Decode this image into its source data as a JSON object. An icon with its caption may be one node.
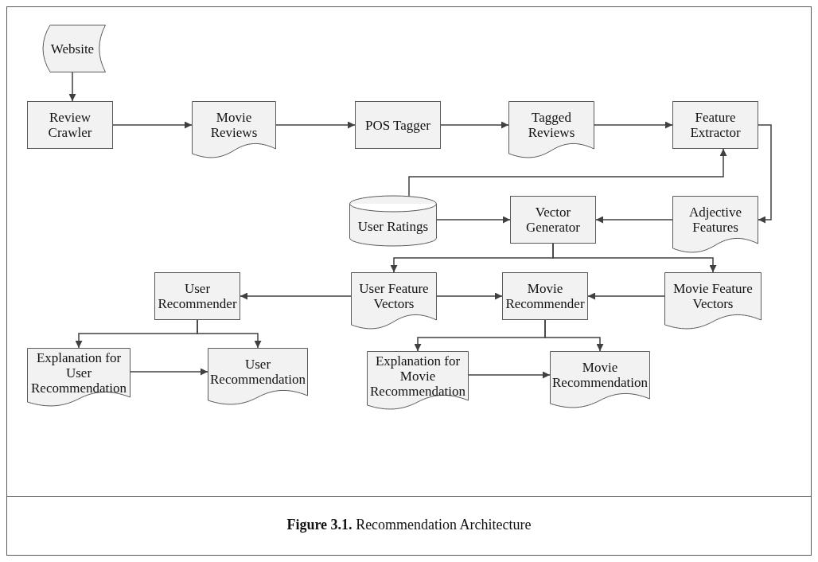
{
  "diagram": {
    "caption": "**Figure 3.1.** Recommendation Architecture",
    "nodes": [
      {
        "text": [
          "Website"
        ]
      },
      {
        "text": [
          "Review Crawler"
        ]
      },
      {
        "text": [
          "Movie Reviews"
        ]
      },
      {
        "text": [
          "POS Tagger"
        ]
      },
      {
        "text": [
          "Tagged Reviews"
        ]
      },
      {
        "text": [
          "Feature Extractor"
        ]
      },
      {
        "text": [
          "User Ratings"
        ]
      },
      {
        "text": [
          "Vector Generator"
        ]
      },
      {
        "text": [
          "Adjective Features"
        ]
      },
      {
        "text": [
          "User Recommender"
        ]
      },
      {
        "text": [
          "User Feature Vectors"
        ]
      },
      {
        "text": [
          "Movie Recommender"
        ]
      },
      {
        "text": [
          "Movie Feature Vectors"
        ]
      },
      {
        "text": [
          "Explanation for User Recommendation"
        ]
      },
      {
        "text": [
          "User Recommendation"
        ]
      },
      {
        "text": [
          "Explanation for Movie Recommendation"
        ]
      },
      {
        "text": [
          "Movie Recommendation"
        ]
      }
    ],
    "edges": [
      {
        "from": 0,
        "to": 1,
        "arrow": "to"
      },
      {
        "from": 1,
        "to": 2,
        "arrow": "to"
      },
      {
        "from": 2,
        "to": 3,
        "arrow": "to"
      },
      {
        "from": 3,
        "to": 4,
        "arrow": "to"
      },
      {
        "from": 4,
        "to": 5,
        "arrow": "to"
      },
      {
        "from": 6,
        "to": 5,
        "arrow": "to"
      },
      {
        "from": 5,
        "to": 8,
        "arrow": "to"
      },
      {
        "from": 8,
        "to": 7,
        "arrow": "to"
      },
      {
        "from": 6,
        "to": 7,
        "arrow": "to"
      },
      {
        "from": 7,
        "to": 10,
        "arrow": "to"
      },
      {
        "from": 7,
        "to": 12,
        "arrow": "to"
      },
      {
        "from": 10,
        "to": 9,
        "arrow": "to"
      },
      {
        "from": 10,
        "to": 11,
        "arrow": "to"
      },
      {
        "from": 12,
        "to": 11,
        "arrow": "to"
      },
      {
        "from": 9,
        "to": 13,
        "arrow": "to"
      },
      {
        "from": 9,
        "to": 14,
        "arrow": "to"
      },
      {
        "from": 13,
        "to": 14,
        "arrow": "to"
      },
      {
        "from": 11,
        "to": 15,
        "arrow": "to"
      },
      {
        "from": 11,
        "to": 16,
        "arrow": "to"
      },
      {
        "from": 15,
        "to": 16,
        "arrow": "to"
      }
    ]
  }
}
